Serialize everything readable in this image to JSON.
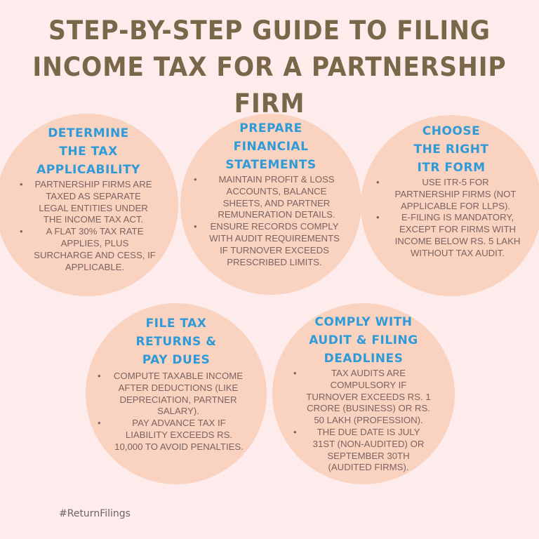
{
  "title": "STEP-BY-STEP GUIDE TO FILING INCOME TAX FOR A PARTNERSHIP FIRM",
  "title_lines": [
    "STEP-BY-STEP GUIDE TO FILING",
    "INCOME TAX FOR A PARTNERSHIP",
    "FIRM"
  ],
  "colors": {
    "background": "#fdeceb",
    "circle": "#fad3c0",
    "title": "#7a6648",
    "heading": "#2e9ad8",
    "body_text": "#7b6360"
  },
  "steps": [
    {
      "heading_lines": [
        "DETERMINE",
        "THE TAX",
        "APPLICABILITY"
      ],
      "bullets": [
        "PARTNERSHIP FIRMS ARE TAXED AS SEPARATE LEGAL ENTITIES UNDER THE INCOME TAX ACT.",
        "A FLAT 30% TAX RATE APPLIES, PLUS SURCHARGE AND CESS, IF APPLICABLE."
      ]
    },
    {
      "heading_lines": [
        "PREPARE",
        "FINANCIAL",
        "STATEMENTS"
      ],
      "bullets": [
        "MAINTAIN PROFIT & LOSS ACCOUNTS, BALANCE SHEETS, AND PARTNER REMUNERATION DETAILS.",
        "ENSURE RECORDS COMPLY WITH AUDIT REQUIREMENTS IF TURNOVER EXCEEDS PRESCRIBED LIMITS."
      ]
    },
    {
      "heading_lines": [
        "CHOOSE",
        "THE RIGHT",
        "ITR FORM"
      ],
      "bullets": [
        "USE ITR-5 FOR PARTNERSHIP FIRMS (NOT APPLICABLE FOR LLPS).",
        "E-FILING IS MANDATORY, EXCEPT FOR FIRMS WITH INCOME BELOW RS. 5 LAKH WITHOUT TAX AUDIT."
      ]
    },
    {
      "heading_lines": [
        "FILE TAX",
        "RETURNS &",
        "PAY DUES"
      ],
      "bullets": [
        "COMPUTE TAXABLE INCOME AFTER DEDUCTIONS (LIKE DEPRECIATION, PARTNER SALARY).",
        "PAY ADVANCE TAX IF LIABILITY EXCEEDS RS. 10,000 TO AVOID PENALTIES."
      ]
    },
    {
      "heading_lines": [
        "COMPLY WITH",
        "AUDIT & FILING",
        "DEADLINES"
      ],
      "bullets": [
        "TAX AUDITS ARE COMPULSORY IF TURNOVER EXCEEDS RS. 1 CRORE (BUSINESS) OR RS. 50 LAKH (PROFESSION).",
        "THE DUE DATE IS JULY 31ST (NON-AUDITED) OR SEPTEMBER 30TH (AUDITED FIRMS)."
      ]
    }
  ],
  "bullet_glyph": "•",
  "hashtag": "#ReturnFilings"
}
